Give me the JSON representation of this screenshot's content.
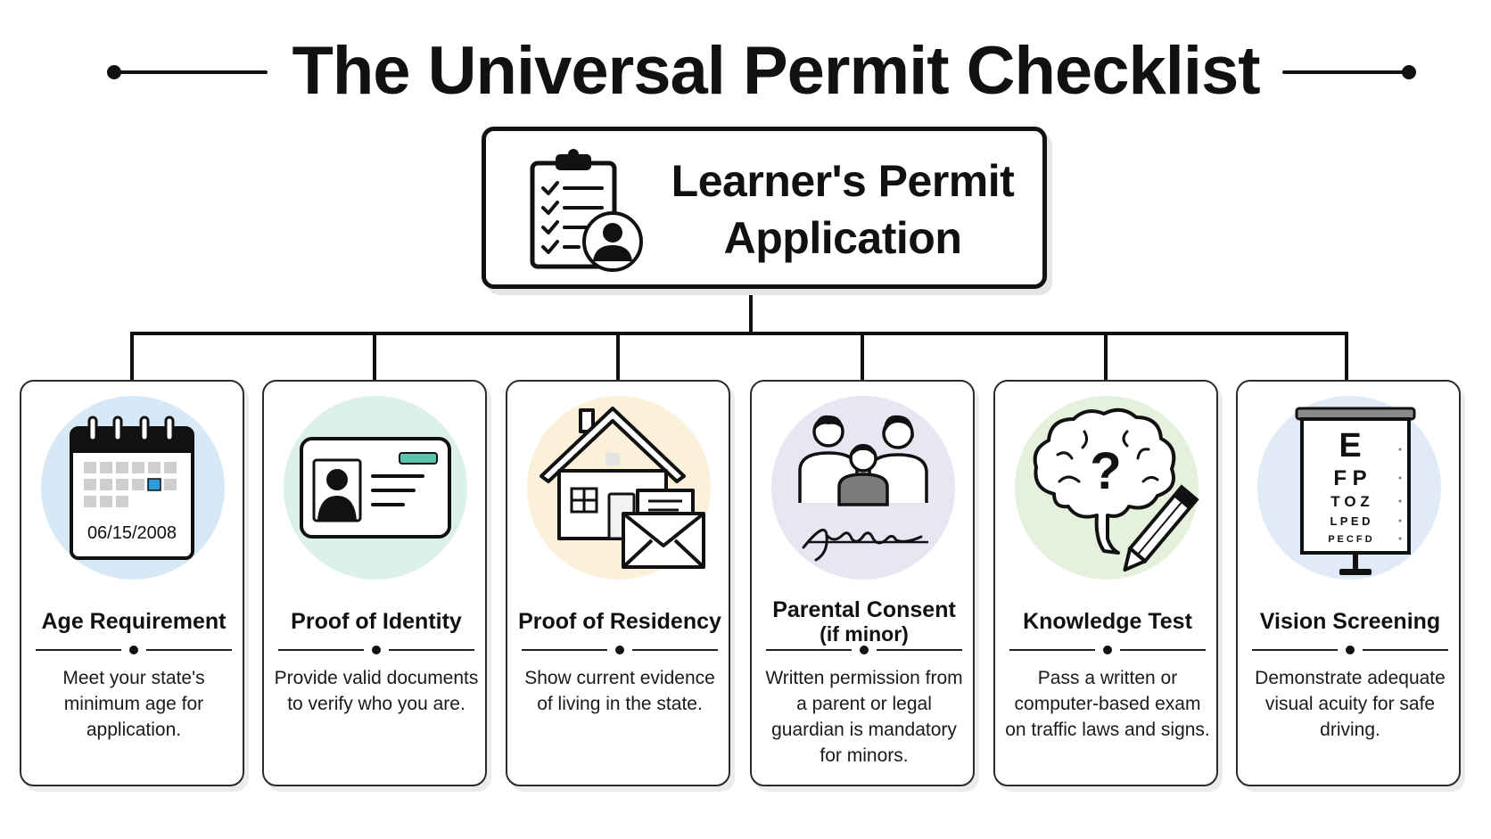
{
  "title": "The Universal Permit Checklist",
  "root": {
    "title_line1": "Learner's Permit",
    "title_line2": "Application",
    "icon": "clipboard-checklist-person-icon"
  },
  "cards": [
    {
      "title": "Age Requirement",
      "subtitle": "",
      "description": "Meet your state's minimum age for application.",
      "icon": "calendar-icon",
      "icon_text": "06/15/2008",
      "circle_color": "#d7e9f6"
    },
    {
      "title": "Proof of Identity",
      "subtitle": "",
      "description": "Provide valid documents to verify who you are.",
      "icon": "id-card-icon",
      "circle_color": "#dcf1ea"
    },
    {
      "title": "Proof of Residency",
      "subtitle": "",
      "description": "Show current evidence of living in the state.",
      "icon": "house-mail-icon",
      "circle_color": "#fbf0da"
    },
    {
      "title": "Parental Consent",
      "subtitle": "(if minor)",
      "description": "Written permission from a parent or legal guardian is mandatory for minors.",
      "icon": "family-signature-icon",
      "circle_color": "#e7e6f3"
    },
    {
      "title": "Knowledge Test",
      "subtitle": "",
      "description": "Pass a written or computer-based exam on traffic laws and signs.",
      "icon": "brain-question-pencil-icon",
      "icon_text": "?",
      "circle_color": "#e5f1dd"
    },
    {
      "title": "Vision Screening",
      "subtitle": "",
      "description": "Demonstrate adequate visual acuity for safe driving.",
      "icon": "eye-chart-icon",
      "eye_chart_rows": [
        "E",
        "F P",
        "T O Z",
        "L P E D",
        "P E C F D"
      ],
      "circle_color": "#e1ebf7"
    }
  ],
  "colors": {
    "ink": "#111111",
    "accent_blue": "#3a9bd5",
    "accent_teal": "#5bc4ad"
  }
}
